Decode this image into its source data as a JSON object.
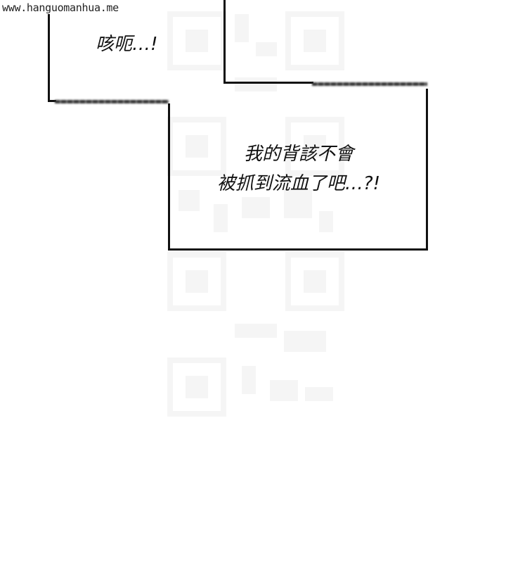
{
  "watermark": {
    "text": "www.hanguomanhua.me"
  },
  "panels": [
    {
      "id": "box-1",
      "lines": [
        "咳呃…!"
      ]
    },
    {
      "id": "box-2",
      "lines": []
    },
    {
      "id": "box-3",
      "lines": [
        "我的背該不會",
        "被抓到流血了吧…?!"
      ]
    }
  ],
  "colors": {
    "background": "#ffffff",
    "border": "#111111",
    "text": "#111111"
  }
}
